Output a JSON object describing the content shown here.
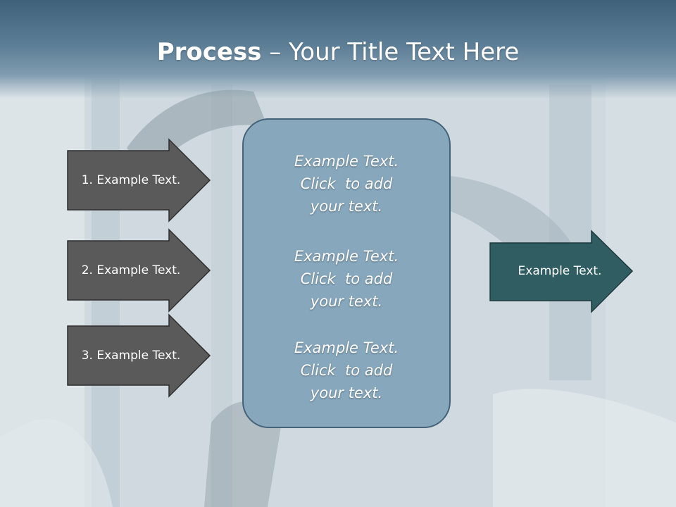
{
  "title": {
    "bold": "Process",
    "rest": " – Your Title Text Here"
  },
  "steps": [
    {
      "label": "1. Example Text."
    },
    {
      "label": "2. Example Text."
    },
    {
      "label": "3. Example Text."
    }
  ],
  "center": {
    "blocks": [
      {
        "lines": [
          "Example Text.",
          "Click  to add",
          "your text."
        ]
      },
      {
        "lines": [
          "Example Text.",
          "Click  to add",
          "your text."
        ]
      },
      {
        "lines": [
          "Example Text.",
          "Click  to add",
          "your text."
        ]
      }
    ]
  },
  "output": {
    "label": "Example Text."
  },
  "colors": {
    "title_band": "#4f728a",
    "step_arrow": "#5a5a5a",
    "center_box": "#87a7bd",
    "output_arrow": "#2f5d62"
  }
}
